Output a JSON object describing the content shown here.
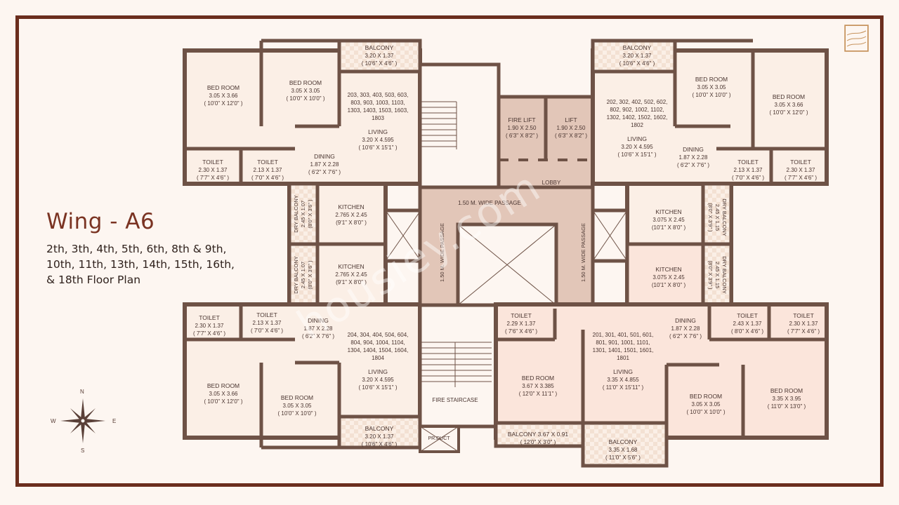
{
  "title": {
    "wing": "Wing - A6",
    "floors_line1": "2th, 3th, 4th, 5th, 6th, 8th & 9th,",
    "floors_line2": "10th, 11th, 13th, 14th, 15th, 16th,",
    "floors_line3": "& 18th Floor Plan"
  },
  "compass": {
    "n": "N",
    "s": "S",
    "e": "E",
    "w": "W"
  },
  "watermark": "housiey.com",
  "colors": {
    "frame": "#6b2e1e",
    "wall": "#6e5246",
    "room_fill": "#fbefe6",
    "common_fill": "#e2c6b8",
    "pink_fill": "#fbe5db",
    "accent_gold": "#c7935d",
    "title": "#7a3322"
  },
  "flats": {
    "top_left": {
      "units": "203, 303, 403, 503, 603, 803, 903, 1003, 1103, 1303, 1403, 1503, 1603, 1803",
      "rooms": [
        {
          "name": "BED ROOM",
          "metric": "3.05 X 3.66",
          "imperial": "( 10'0\" X 12'0\" )"
        },
        {
          "name": "BED ROOM",
          "metric": "3.05 X 3.05",
          "imperial": "( 10'0\" X 10'0\" )"
        },
        {
          "name": "BALCONY",
          "metric": "3.20 X 1.37",
          "imperial": "( 10'6\" X 4'6\" )"
        },
        {
          "name": "LIVING",
          "metric": "3.20 X 4.595",
          "imperial": "( 10'6\" X 15'1\" )"
        },
        {
          "name": "TOILET",
          "metric": "2.30 X 1.37",
          "imperial": "( 7'7\" X 4'6\" )"
        },
        {
          "name": "TOILET",
          "metric": "2.13 X 1.37",
          "imperial": "( 7'0\" X 4'6\" )"
        },
        {
          "name": "DINING",
          "metric": "1.87 X 2.28",
          "imperial": "( 6'2\" X 7'6\" )"
        },
        {
          "name": "KITCHEN",
          "metric": "2.765 X 2.45",
          "imperial": "(9'1\" X 8'0\" )"
        },
        {
          "name": "DRY BALCONY",
          "metric": "2.45 X 1.07",
          "imperial": "(8'0\" X 3'6\" )"
        }
      ]
    },
    "bottom_left": {
      "units": "204, 304, 404, 504, 604, 804, 904, 1004, 1104, 1304, 1404, 1504, 1604, 1804",
      "rooms": [
        {
          "name": "TOILET",
          "metric": "2.30 X 1.37",
          "imperial": "( 7'7\" X 4'6\" )"
        },
        {
          "name": "TOILET",
          "metric": "2.13 X 1.37",
          "imperial": "( 7'0\" X 4'6\" )"
        },
        {
          "name": "DINING",
          "metric": "1.87 X 2.28",
          "imperial": "( 6'2\" X 7'6\" )"
        },
        {
          "name": "BED ROOM",
          "metric": "3.05 X 3.66",
          "imperial": "( 10'0\" X 12'0\" )"
        },
        {
          "name": "BED ROOM",
          "metric": "3.05 X 3.05",
          "imperial": "( 10'0\" X 10'0\" )"
        },
        {
          "name": "LIVING",
          "metric": "3.20 X 4.595",
          "imperial": "( 10'6\" X 15'1\" )"
        },
        {
          "name": "BALCONY",
          "metric": "3.20 X 1.37",
          "imperial": "( 10'6\" X 4'6\" )"
        },
        {
          "name": "KITCHEN",
          "metric": "2.765 X 2.45",
          "imperial": "(9'1\" X 8'0\" )"
        },
        {
          "name": "DRY BALCONY",
          "metric": "2.45 X 1.07",
          "imperial": "(8'0\" X 3'6\" )"
        }
      ]
    },
    "top_right": {
      "units": "202, 302, 402, 502, 602, 802, 902, 1002, 1102, 1302, 1402, 1502, 1602, 1802",
      "rooms": [
        {
          "name": "BALCONY",
          "metric": "3.20 X 1.37",
          "imperial": "( 10'6\" X 4'6\" )"
        },
        {
          "name": "BED ROOM",
          "metric": "3.05 X 3.05",
          "imperial": "( 10'0\" X 10'0\" )"
        },
        {
          "name": "BED ROOM",
          "metric": "3.05 X 3.66",
          "imperial": "( 10'0\" X 12'0\" )"
        },
        {
          "name": "LIVING",
          "metric": "3.20 X 4.595",
          "imperial": "( 10'6\" X 15'1\" )"
        },
        {
          "name": "DINING",
          "metric": "1.87 X 2.28",
          "imperial": "( 6'2\" X 7'6\" )"
        },
        {
          "name": "TOILET",
          "metric": "2.13 X 1.37",
          "imperial": "( 7'0\" X 4'6\" )"
        },
        {
          "name": "TOILET",
          "metric": "2.30 X 1.37",
          "imperial": "( 7'7\" X 4'6\" )"
        },
        {
          "name": "KITCHEN",
          "metric": "3.075 X 2.45",
          "imperial": "(10'1\" X 8'0\" )"
        },
        {
          "name": "DRY BALCONY",
          "metric": "2.45 X 1.15",
          "imperial": "(8'0\" X 3'9\" )"
        }
      ]
    },
    "bottom_right": {
      "units": "201, 301, 401, 501, 601, 801, 901, 1001, 1101, 1301, 1401, 1501, 1601, 1801",
      "rooms": [
        {
          "name": "KITCHEN",
          "metric": "3.075 X 2.45",
          "imperial": "(10'1\" X 8'0\" )"
        },
        {
          "name": "DRY BALCONY",
          "metric": "2.45 X 1.15",
          "imperial": "(8'0\" X 3'9\" )"
        },
        {
          "name": "TOILET",
          "metric": "2.29 X 1.37",
          "imperial": "( 7'6\" X 4'6\" )"
        },
        {
          "name": "BED ROOM",
          "metric": "3.67 X 3.385",
          "imperial": "( 12'0\" X 11'1\" )"
        },
        {
          "name": "BALCONY 3.67 X 0.91",
          "metric": "",
          "imperial": "( 12'0\" X 3'0\" )"
        },
        {
          "name": "LIVING",
          "metric": "3.35 X 4.855",
          "imperial": "( 11'0\" X 15'11\" )"
        },
        {
          "name": "BALCONY",
          "metric": "3.35 X 1.68",
          "imperial": "( 11'0\" X 5'6\" )"
        },
        {
          "name": "DINING",
          "metric": "1.87 X 2.28",
          "imperial": "( 6'2\" X 7'6\" )"
        },
        {
          "name": "TOILET",
          "metric": "2.43 X 1.37",
          "imperial": "( 8'0\" X 4'6\" )"
        },
        {
          "name": "TOILET",
          "metric": "2.30 X 1.37",
          "imperial": "( 7'7\" X 4'6\" )"
        },
        {
          "name": "BED ROOM",
          "metric": "3.05 X 3.05",
          "imperial": "( 10'0\" X 10'0\" )"
        },
        {
          "name": "BED ROOM",
          "metric": "3.35 X 3.95",
          "imperial": "( 11'0\" X 13'0\" )"
        }
      ]
    }
  },
  "core": {
    "fire_lift": {
      "name": "FIRE LIFT",
      "metric": "1.90 X 2.50",
      "imperial": "( 6'3\" X 8'2\" )"
    },
    "lift": {
      "name": "LIFT",
      "metric": "1.90 X 2.50",
      "imperial": "( 6'3\" X 8'2\" )"
    },
    "lobby": "LOBBY",
    "passage_h": "1.50 M. WIDE PASSAGE",
    "passage_left": "1.50 M. WIDE PASSAGE",
    "passage_right": "1.50 M. WIDE PASSAGE",
    "fire_staircase": "FIRE STAIRCASE",
    "pr_duct": "PR.DUCT"
  }
}
